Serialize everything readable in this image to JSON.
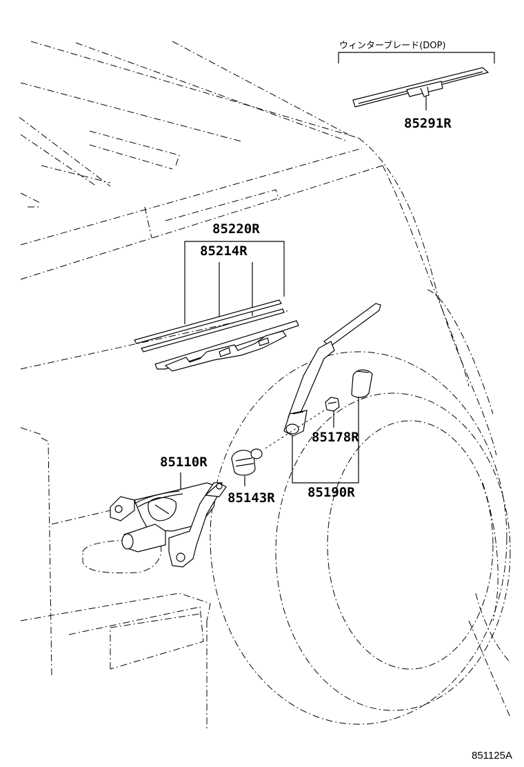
{
  "diagram": {
    "winter_blade_note": "ウィンターブレード(DOP)",
    "diagram_code": "851125A",
    "parts": {
      "winter_blade": "85291R",
      "blade_assy": "85220R",
      "blade_rubber": "85214R",
      "arm_nut": "85178R",
      "arm_assy": "85190R",
      "motor": "85110R",
      "pivot_grommet": "85143R"
    }
  }
}
